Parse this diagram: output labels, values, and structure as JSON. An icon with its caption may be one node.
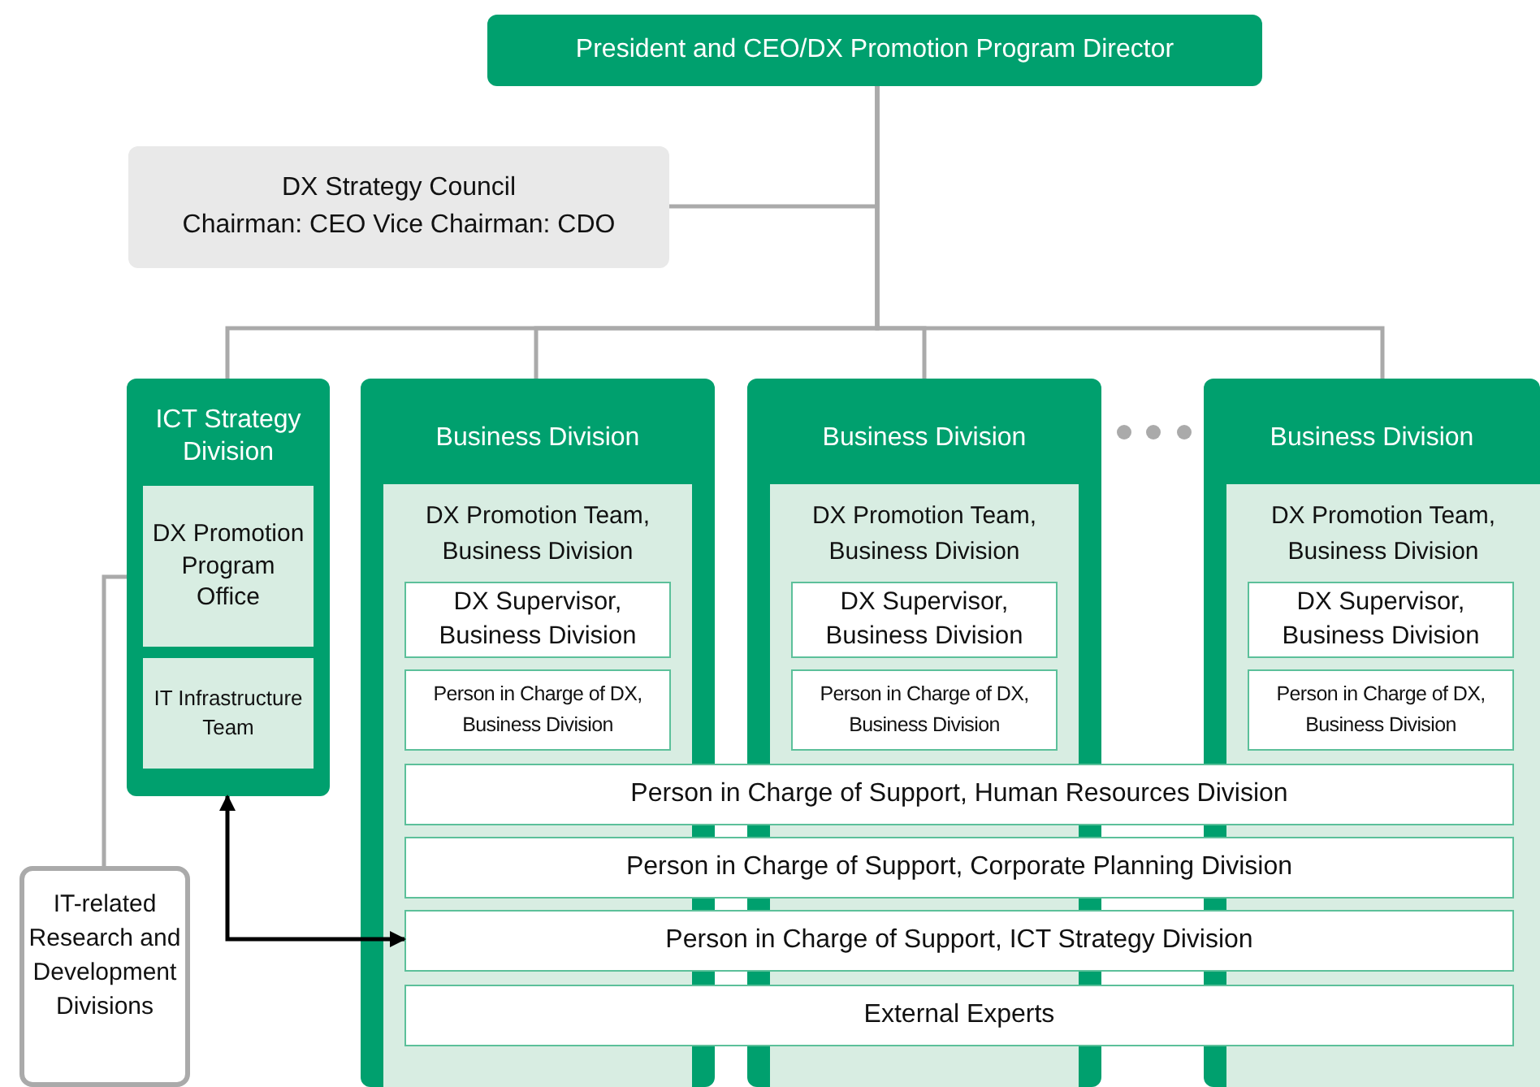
{
  "diagram": {
    "nodes": [
      {
        "text": [
          "President and CEO/DX Promotion Program Director"
        ]
      },
      {
        "text": [
          "DX Strategy Council",
          "Chairman: CEO  Vice Chairman: CDO"
        ]
      },
      {
        "text": [
          "ICT Strategy Division"
        ]
      },
      {
        "text": [
          "DX Promotion Program Office"
        ],
        "in": 2
      },
      {
        "text": [
          "IT Infrastructure Team"
        ],
        "in": 2
      },
      {
        "text": [
          "Business Division"
        ]
      },
      {
        "text": [
          "DX Promotion Team, Business Division"
        ],
        "in": 5
      },
      {
        "text": [
          "DX Supervisor, Business Division"
        ],
        "in": 6
      },
      {
        "text": [
          "Person in Charge of DX, Business Division"
        ],
        "in": 6
      },
      {
        "text": [
          "Business Division"
        ]
      },
      {
        "text": [
          "DX Promotion Team, Business Division"
        ],
        "in": 9
      },
      {
        "text": [
          "DX Supervisor, Business Division"
        ],
        "in": 10
      },
      {
        "text": [
          "Person in Charge of DX, Business Division"
        ],
        "in": 10
      },
      {
        "text": [
          "Business Division"
        ]
      },
      {
        "text": [
          "DX Promotion Team, Business Division"
        ],
        "in": 13
      },
      {
        "text": [
          "DX Supervisor, Business Division"
        ],
        "in": 14
      },
      {
        "text": [
          "Person in Charge of DX, Business Division"
        ],
        "in": 14
      },
      {
        "text": [
          "Person in Charge of Support, Human Resources Division"
        ]
      },
      {
        "text": [
          "Person in Charge of Support, Corporate Planning Division"
        ]
      },
      {
        "text": [
          "Person in Charge of Support, ICT Strategy Division"
        ]
      },
      {
        "text": [
          "External Experts"
        ]
      },
      {
        "text": [
          "IT-related Research and Development Divisions"
        ]
      }
    ],
    "edges": [
      {
        "from": 0,
        "to": 1,
        "arrow": "none"
      },
      {
        "from": 0,
        "to": 2,
        "arrow": "none"
      },
      {
        "from": 0,
        "to": 5,
        "arrow": "none"
      },
      {
        "from": 0,
        "to": 9,
        "arrow": "none"
      },
      {
        "from": 0,
        "to": 13,
        "arrow": "none"
      },
      {
        "from": 21,
        "to": 2,
        "arrow": "none"
      },
      {
        "from": 2,
        "to": 19,
        "arrow": "both",
        "color": "#000000"
      }
    ]
  }
}
